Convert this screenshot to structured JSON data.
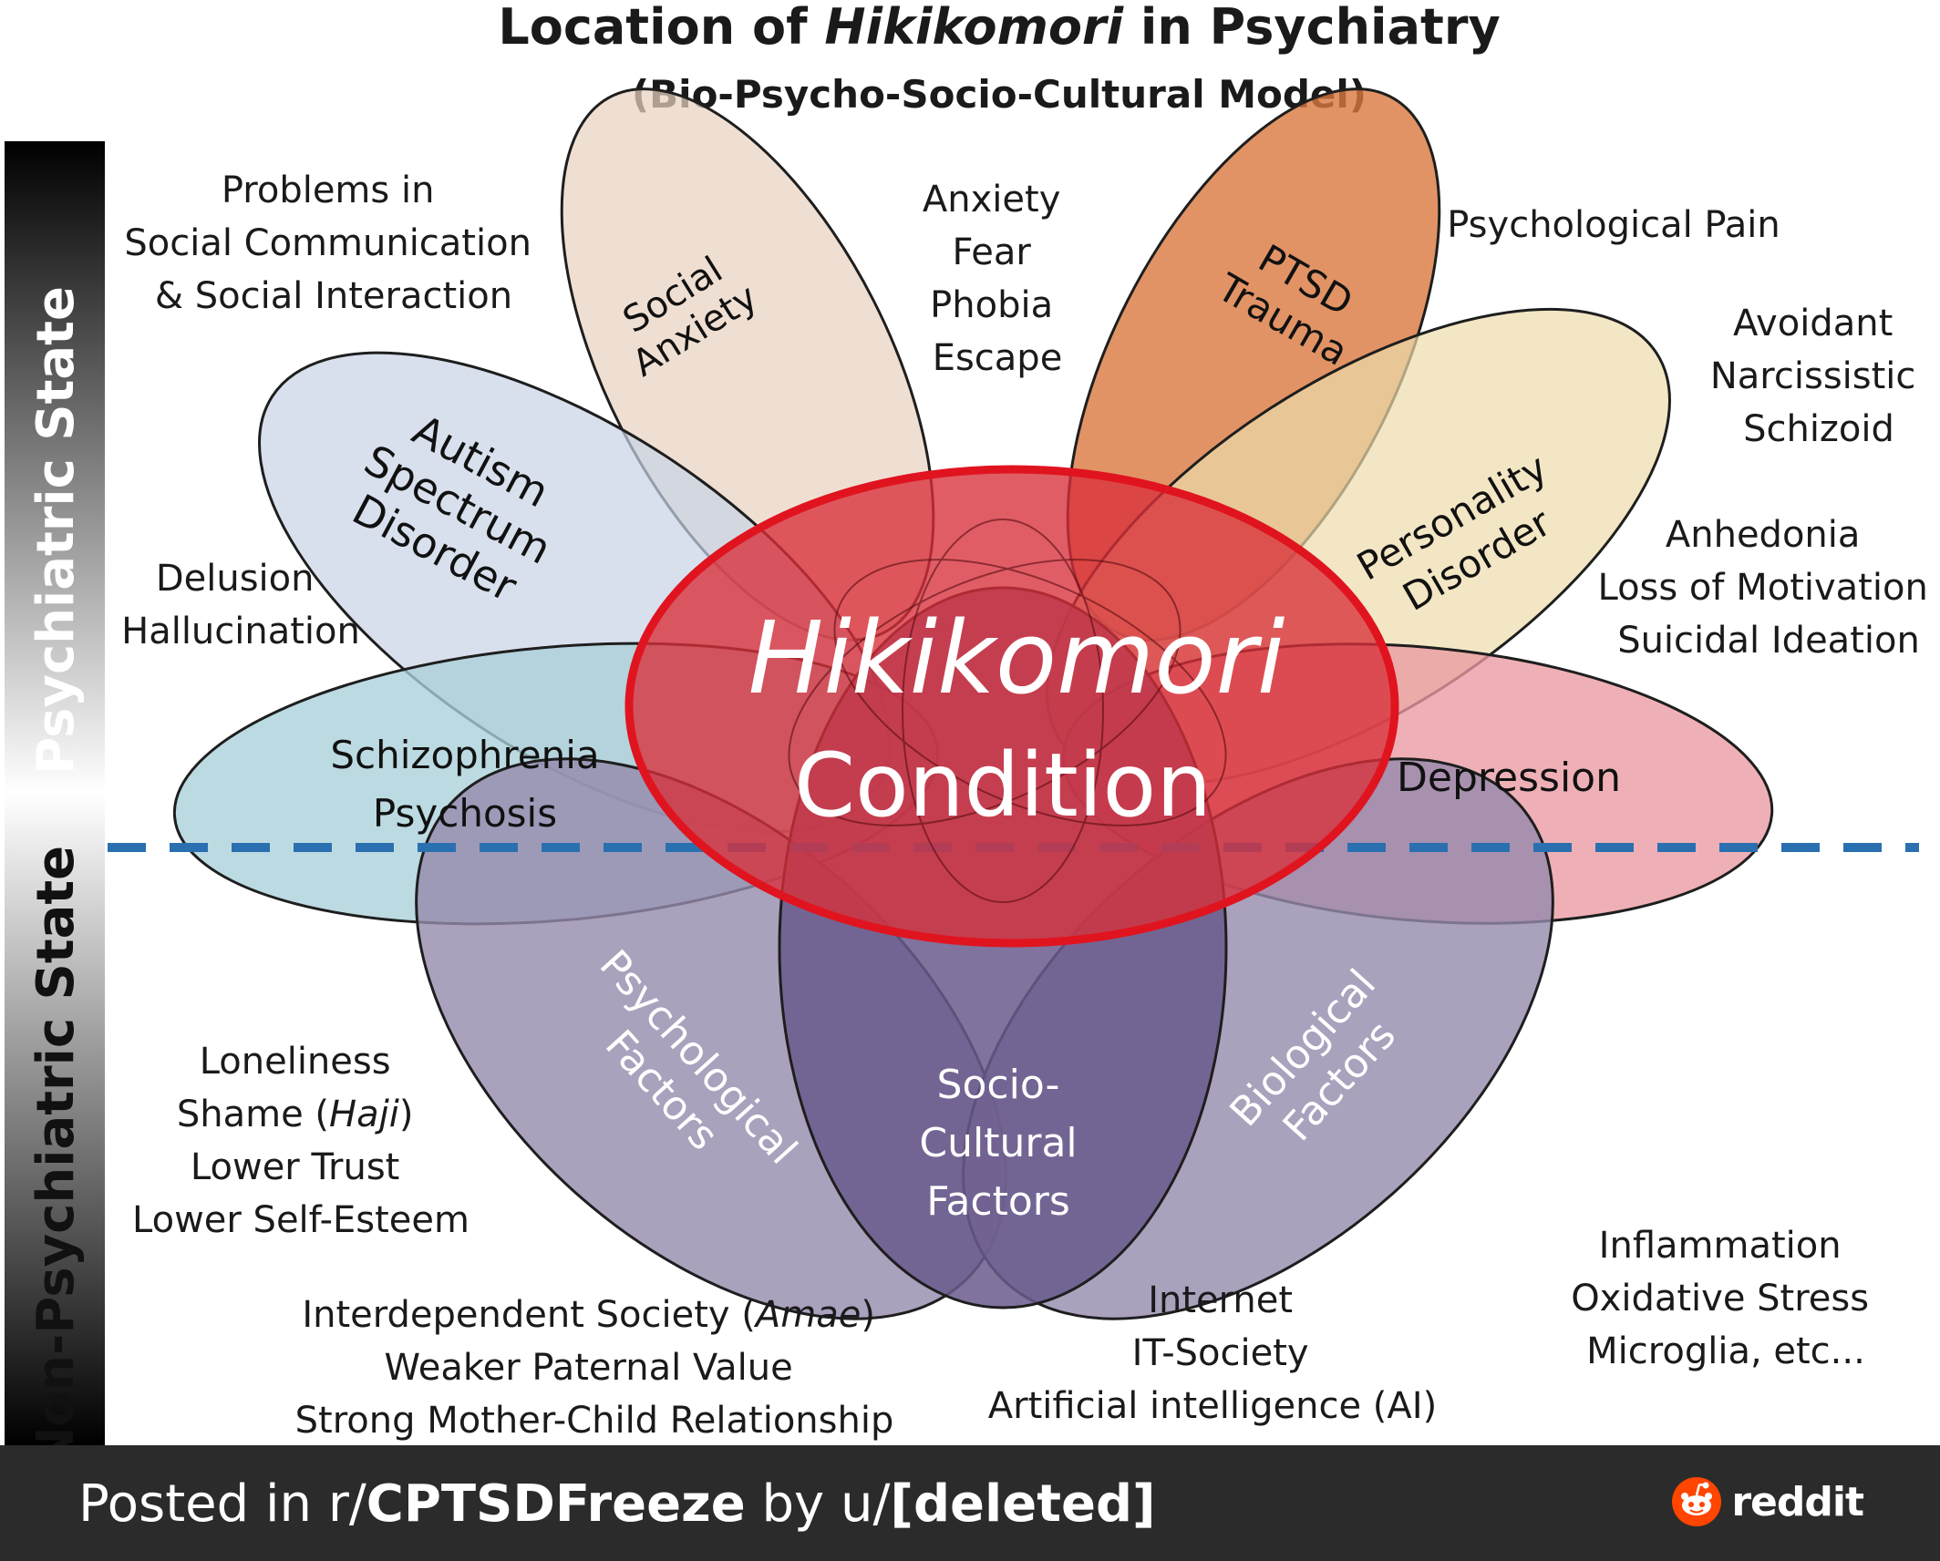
{
  "title": {
    "prefix": "Location of ",
    "italic": "Hikikomori",
    "suffix": " in Psychiatry",
    "subtitle": "(Bio-Psycho-Socio-Cultural Model)"
  },
  "sidebar": {
    "top_label": "Psychiatric State",
    "bottom_label": "Non-Psychiatric State"
  },
  "center": {
    "line1": "Hikikomori",
    "line2": "Condition"
  },
  "petals": {
    "social_anxiety": [
      "Social",
      "Anxiety"
    ],
    "ptsd": [
      "PTSD",
      "Trauma"
    ],
    "autism": [
      "Autism",
      "Spectrum",
      "Disorder"
    ],
    "personality": [
      "Personality",
      "Disorder"
    ],
    "schizophrenia": [
      "Schizophrenia",
      "Psychosis"
    ],
    "depression": [
      "Depression"
    ],
    "psychological": [
      "Psychological",
      "Factors"
    ],
    "sociocultural": [
      "Socio-",
      "Cultural",
      "Factors"
    ],
    "biological": [
      "Biological",
      "Factors"
    ]
  },
  "annotations": {
    "social_problems": [
      "Problems in",
      "Social Communication",
      "& Social Interaction"
    ],
    "anxiety": [
      "Anxiety",
      "Fear",
      "Phobia",
      "Escape"
    ],
    "psych_pain": [
      "Psychological Pain"
    ],
    "pd_types": [
      "Avoidant",
      "Narcissistic",
      "Schizoid"
    ],
    "depression_symptoms": [
      "Anhedonia",
      "Loss of Motivation",
      "Suicidal Ideation"
    ],
    "delusion": [
      "Delusion",
      "Hallucination"
    ],
    "psych_factors": {
      "line1": "Loneliness",
      "line2_prefix": "Shame (",
      "line2_italic": "Haji",
      "line2_suffix": ")",
      "line3": "Lower Trust",
      "line4": "Lower Self-Esteem"
    },
    "society": {
      "line1_prefix": "Interdependent Society  (",
      "line1_italic": "Amae",
      "line1_suffix": ")",
      "line2": "Weaker Paternal Value",
      "line3": "Strong Mother-Child Relationship"
    },
    "internet": [
      "Internet",
      "IT-Society",
      "Artificial intelligence (AI)"
    ],
    "biological": [
      "Inflammation",
      "Oxidative Stress",
      "Microglia, etc..."
    ]
  },
  "footer": {
    "posted_in": "Posted in r/",
    "subreddit": "CPTSDFreeze",
    "by": " by u/",
    "user": "[deleted]",
    "brand": "reddit"
  },
  "colors": {
    "social_anxiety": "#e9d2c0",
    "ptsd": "#d9783f",
    "autism": "#c8d3e6",
    "personality": "#eddcab",
    "schizophrenia": "#a9cfd8",
    "depression": "#e99aa2",
    "psychological": "#958aac",
    "sociocultural": "#6a5a8c",
    "biological": "#958aac",
    "center": "#d8303a",
    "divider": "#2a6fb0",
    "footer": "#2b2b2b"
  }
}
